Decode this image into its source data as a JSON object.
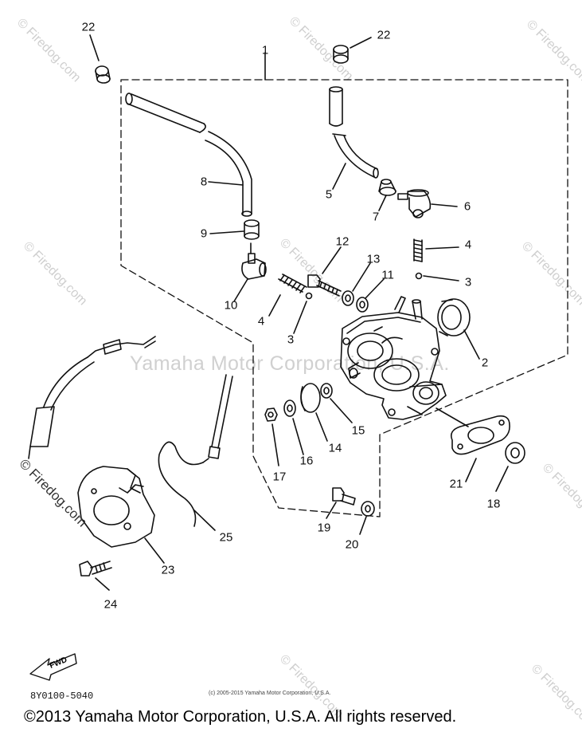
{
  "diagram": {
    "callouts": [
      {
        "id": "c-22a",
        "label": "22"
      },
      {
        "id": "c-22b",
        "label": "22"
      },
      {
        "id": "c-1",
        "label": "1"
      },
      {
        "id": "c-8",
        "label": "8"
      },
      {
        "id": "c-9",
        "label": "9"
      },
      {
        "id": "c-10",
        "label": "10"
      },
      {
        "id": "c-5",
        "label": "5"
      },
      {
        "id": "c-7",
        "label": "7"
      },
      {
        "id": "c-6",
        "label": "6"
      },
      {
        "id": "c-4a",
        "label": "4"
      },
      {
        "id": "c-3a",
        "label": "3"
      },
      {
        "id": "c-12",
        "label": "12"
      },
      {
        "id": "c-13",
        "label": "13"
      },
      {
        "id": "c-11",
        "label": "11"
      },
      {
        "id": "c-4b",
        "label": "4"
      },
      {
        "id": "c-3b",
        "label": "3"
      },
      {
        "id": "c-2",
        "label": "2"
      },
      {
        "id": "c-15",
        "label": "15"
      },
      {
        "id": "c-14",
        "label": "14"
      },
      {
        "id": "c-16",
        "label": "16"
      },
      {
        "id": "c-17",
        "label": "17"
      },
      {
        "id": "c-21",
        "label": "21"
      },
      {
        "id": "c-18",
        "label": "18"
      },
      {
        "id": "c-19",
        "label": "19"
      },
      {
        "id": "c-20",
        "label": "20"
      },
      {
        "id": "c-25",
        "label": "25"
      },
      {
        "id": "c-23",
        "label": "23"
      },
      {
        "id": "c-24",
        "label": "24"
      }
    ],
    "fwd_label": "FWD",
    "part_number": "8Y0100-5040",
    "small_copyright": "(c) 2005-2015 Yamaha Motor Corporation, U.S.A.",
    "copyright": "©2013 Yamaha Motor Corporation, U.S.A. All rights reserved."
  },
  "watermarks": {
    "center": "Yamaha Motor Corporation, U.S.A.",
    "diag": "© Firedog.com",
    "dark": "© Firedog.com"
  },
  "colors": {
    "ink": "#111111",
    "watermark": "#cfcfcf"
  }
}
